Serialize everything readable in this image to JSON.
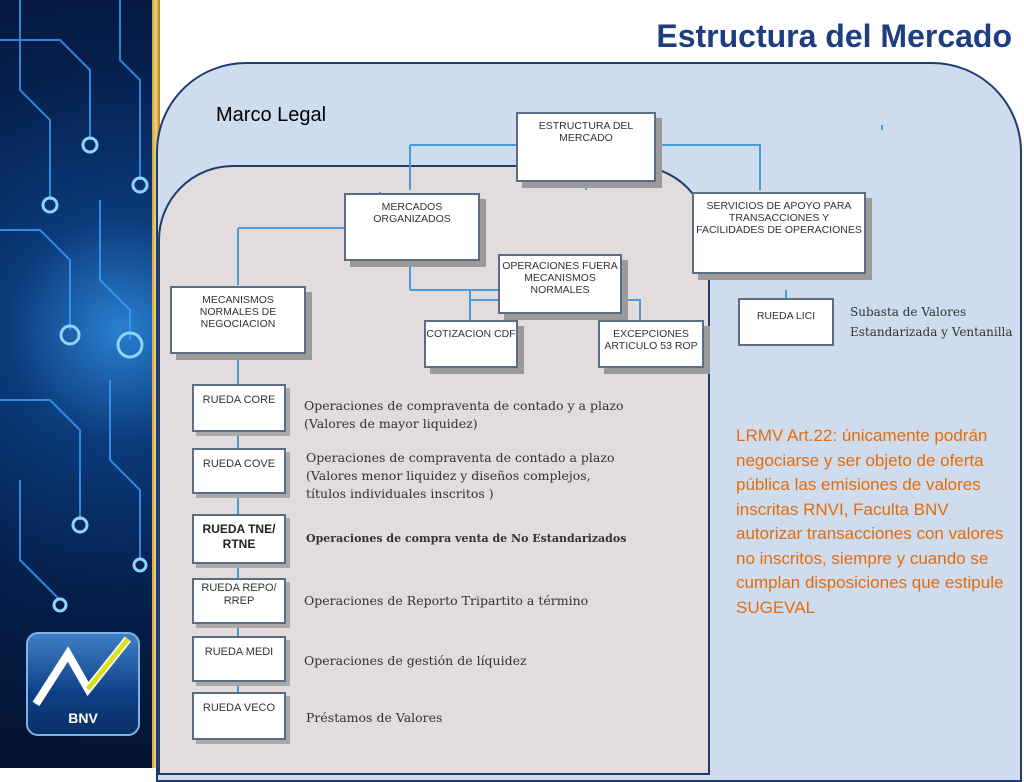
{
  "title": "Estructura del Mercado",
  "marco_legal": "Marco Legal",
  "logo": "BNV",
  "boxes": {
    "estructura": "ESTRUCTURA DEL MERCADO",
    "mercados": "MERCADOS ORGANIZADOS",
    "servicios": "SERVICIOS DE APOYO PARA TRANSACCIONES Y FACILIDADES DE OPERACIONES",
    "operaciones_fuera": "OPERACIONES FUERA MECANISMOS NORMALES",
    "mecanismos": "MECANISMOS NORMALES DE NEGOCIACION",
    "cotizacion": "COTIZACION CDF",
    "excepciones": "EXCEPCIONES ARTICULO 53 ROP",
    "rueda_lici": "RUEDA LICI"
  },
  "rueda_lici_desc": [
    "Subasta de Valores",
    "Estandarizada y Ventanilla"
  ],
  "ruedas": [
    {
      "label": "RUEDA CORE",
      "desc": [
        "Operaciones de compraventa de contado y a plazo",
        "(Valores de mayor liquidez)"
      ]
    },
    {
      "label": "RUEDA COVE",
      "desc": [
        "Operaciones de compraventa de contado a plazo",
        "(Valores menor liquidez y diseños complejos,",
        "títulos individuales inscritos )"
      ]
    },
    {
      "label": "RUEDA TNE/ RTNE",
      "desc": [
        "Operaciones de compra venta de No Estandarizados"
      ]
    },
    {
      "label": "RUEDA REPO/ RREP",
      "desc": [
        "Operaciones de Reporto Tripartito a término"
      ]
    },
    {
      "label": "RUEDA MEDI",
      "desc": [
        "Operaciones de gestión de líquidez"
      ]
    },
    {
      "label": "RUEDA VECO",
      "desc": [
        "Préstamos de Valores"
      ]
    }
  ],
  "note": "LRMV Art.22: únicamente podrán negociarse y ser objeto de oferta pública las emisiones de valores inscritas RNVI, Faculta BNV autorizar transacciones con valores no inscritos, siempre y cuando se cumplan disposiciones que estipule SUGEVAL",
  "colors": {
    "title": "#1d3f7f",
    "note": "#e46c0a",
    "connector": "#4a9ad6",
    "outer_panel": "#cfdcee",
    "inner_panel": "#e2dcdc"
  }
}
